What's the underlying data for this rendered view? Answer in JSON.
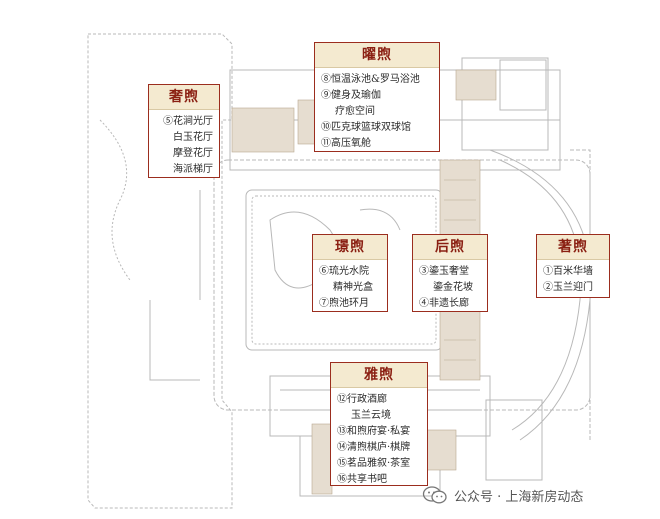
{
  "zones": [
    {
      "id": "she",
      "title": "奢煦",
      "items": [
        "⑤花涧光厅",
        "白玉花厅",
        "摩登花厅",
        "海派梯厅"
      ]
    },
    {
      "id": "yao",
      "title": "曜煦",
      "items": [
        "⑧恒温泳池&罗马浴池",
        "⑨健身及瑜伽",
        "疗愈空间",
        "⑩匹克球篮球双球馆",
        "⑪高压氧舱"
      ]
    },
    {
      "id": "jing",
      "title": "璟煦",
      "items": [
        "⑥琉光水院",
        "精神光盒",
        "⑦煦池环月"
      ]
    },
    {
      "id": "hou",
      "title": "后煦",
      "items": [
        "③鎏玉奢堂",
        "鎏金花坡",
        "④非遗长廊"
      ]
    },
    {
      "id": "zhu",
      "title": "著煦",
      "items": [
        "①百米华墙",
        "②玉兰迎门"
      ]
    },
    {
      "id": "ya",
      "title": "雅煦",
      "items": [
        "⑫行政酒廊",
        "玉兰云境",
        "⑬和煦府宴·私宴",
        "⑭清煦棋庐·棋牌",
        "⑮茗品雅叙·茶室",
        "⑯共享书吧"
      ]
    }
  ],
  "watermark": {
    "icon": "wechat-icon",
    "text": "公众号 · 上海新房动态"
  },
  "colors": {
    "accent": "#9b2d1e",
    "header_bg": "#f4ead0",
    "plan_line": "#b8b8b8",
    "wall_fill": "#e6ddd0"
  }
}
